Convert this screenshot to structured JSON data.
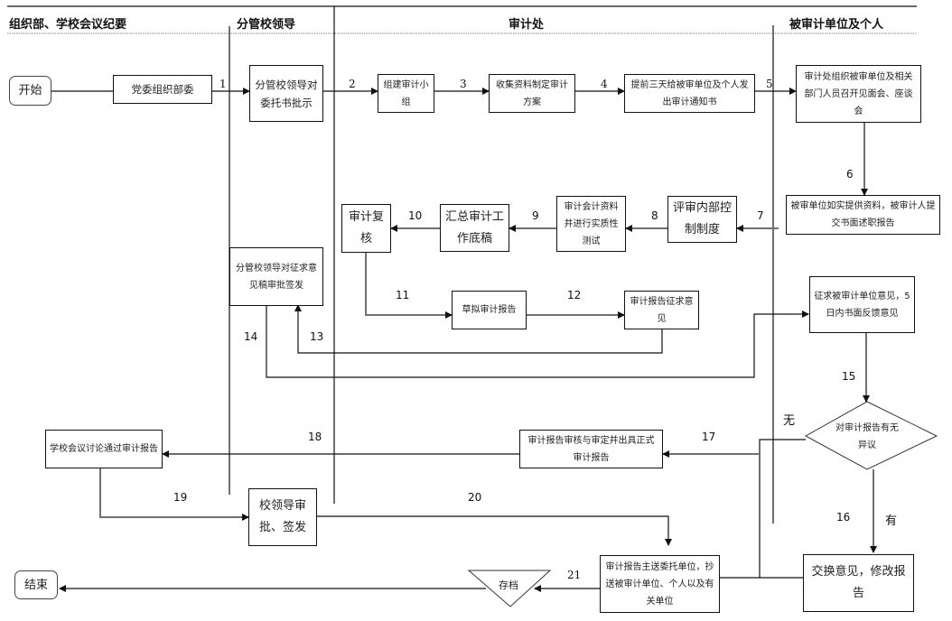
{
  "lanes": {
    "lane1": "组织部、学校会议纪要",
    "lane2": "分管校领导",
    "lane3": "审计处",
    "lane4": "被审计单位及个人"
  },
  "nodes": {
    "start": "开始",
    "party_committee": "党委组织部委",
    "leader_approve_commission": "分管校领导对委托书批示",
    "form_team": "组建审计小组",
    "collect_plan": "收集资料制定审计方案",
    "notify": "提前三天给被审单位及个人发出审计通知书",
    "meeting": "审计处组织被审单位及相关部门人员召开见面会、座谈会",
    "provide_materials": "被审单位如实提供资料，被审计人提交书面述职报告",
    "evaluate_control": "评审内部控制制度",
    "substantive_test": "审计会计资料并进行实质性测试",
    "summarize_draft": "汇总审计工作底稿",
    "audit_review": "审计复核",
    "leader_sign_draft": "分管校领导对征求意见稿审批签发",
    "draft_report": "草拟审计报告",
    "solicit_opinion": "审计报告征求意见",
    "solicit_auditee": "征求被审计单位意见，5日内书面反馈意见",
    "decision": "对审计报告有无异议",
    "exchange_revise": "交换意见，修改报告",
    "formal_report": "审计报告审核与审定并出具正式审计报告",
    "school_meeting": "学校会议讨论通过审计报告",
    "school_leader_sign": "校领导审批、签发",
    "distribute": "审计报告主送委托单位，抄送被审计单位、个人以及有关单位",
    "archive": "存档",
    "end": "结束"
  },
  "edges": {
    "e1": "1",
    "e2": "2",
    "e3": "3",
    "e4": "4",
    "e5": "5",
    "e6": "6",
    "e7": "7",
    "e8": "8",
    "e9": "9",
    "e10": "10",
    "e11": "11",
    "e12": "12",
    "e13": "13",
    "e14": "14",
    "e15": "15",
    "e16": "16",
    "e17": "17",
    "e18": "18",
    "e19": "19",
    "e20": "20",
    "e21": "21",
    "no": "无",
    "yes": "有"
  },
  "colors": {
    "line": "#111111",
    "gray_line": "#707070",
    "lane_divider": "#999999"
  }
}
